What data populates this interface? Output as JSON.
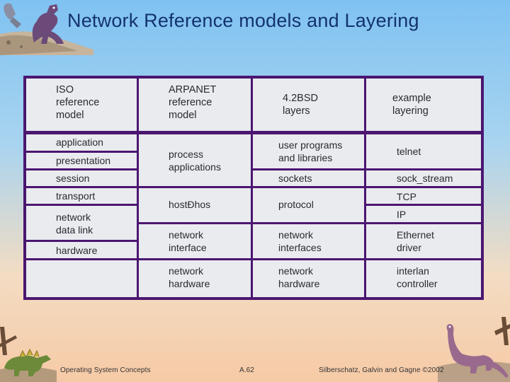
{
  "slide": {
    "title": "Network Reference models and Layering"
  },
  "table": {
    "headers": {
      "iso": "ISO\nreference\nmodel",
      "arpanet": "ARPANET\nreference\nmodel",
      "bsd": "4.2BSD\nlayers",
      "example": "example\nlayering"
    },
    "iso": {
      "application": "application",
      "presentation": "presentation",
      "session": "session",
      "transport": "transport",
      "network_datalink": "network\ndata link",
      "hardware": "hardware"
    },
    "arpanet": {
      "process": "process\napplications",
      "hostdhos": "hostĐhos",
      "network_interface": "network\ninterface",
      "network_hardware": "network\nhardware"
    },
    "bsd": {
      "user_programs": "user programs\nand libraries",
      "sockets": "sockets",
      "protocol": "protocol",
      "network_interfaces": "network\ninterfaces",
      "network_hardware": "network\nhardware"
    },
    "example": {
      "telnet": "telnet",
      "sock_stream": "sock_stream",
      "tcp": "TCP",
      "ip": "IP",
      "ethernet": "Ethernet\ndriver",
      "interlan": "interlan\ncontroller"
    }
  },
  "footer": {
    "left": "Operating System Concepts",
    "page": "A.62",
    "right": "Silberschatz, Galvin and  Gagne ©2002"
  },
  "colors": {
    "title": "#14336e",
    "frame": "#4b1670",
    "cell": "#e9ebef"
  }
}
